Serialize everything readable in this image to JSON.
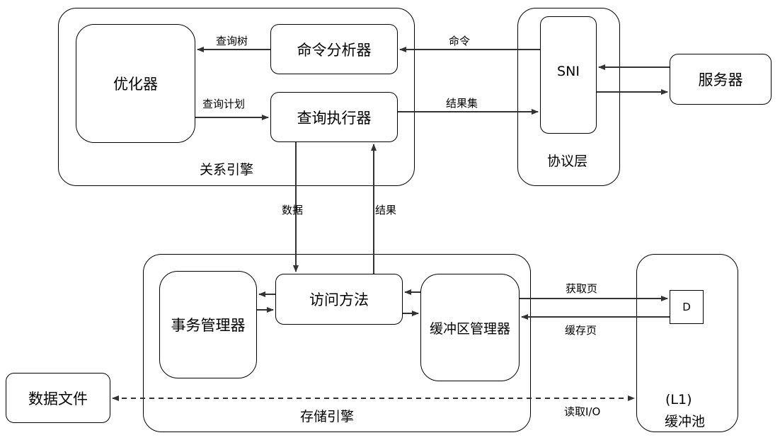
{
  "relational_engine": {
    "label": "关系引擎",
    "optimizer": "优化器",
    "command_parser": "命令分析器",
    "query_executor": "查询执行器",
    "edge_query_tree": "查询树",
    "edge_query_plan": "查询计划"
  },
  "protocol_layer": {
    "label": "协议层",
    "sni": "SNI",
    "edge_command": "命令",
    "edge_result_set": "结果集"
  },
  "server": {
    "label": "服务器"
  },
  "storage_engine": {
    "label": "存储引擎",
    "transaction_manager": "事务管理器",
    "access_methods": "访问方法",
    "buffer_manager": "缓冲区管理器",
    "edge_data": "数据",
    "edge_result": "结果"
  },
  "buffer_pool": {
    "label_line1": "(L1)",
    "label_line2": "缓冲池",
    "page_d": "D",
    "edge_get_page": "获取页",
    "edge_cache_page": "缓存页",
    "edge_read_io": "读取I/O"
  },
  "data_file": {
    "label": "数据文件"
  }
}
